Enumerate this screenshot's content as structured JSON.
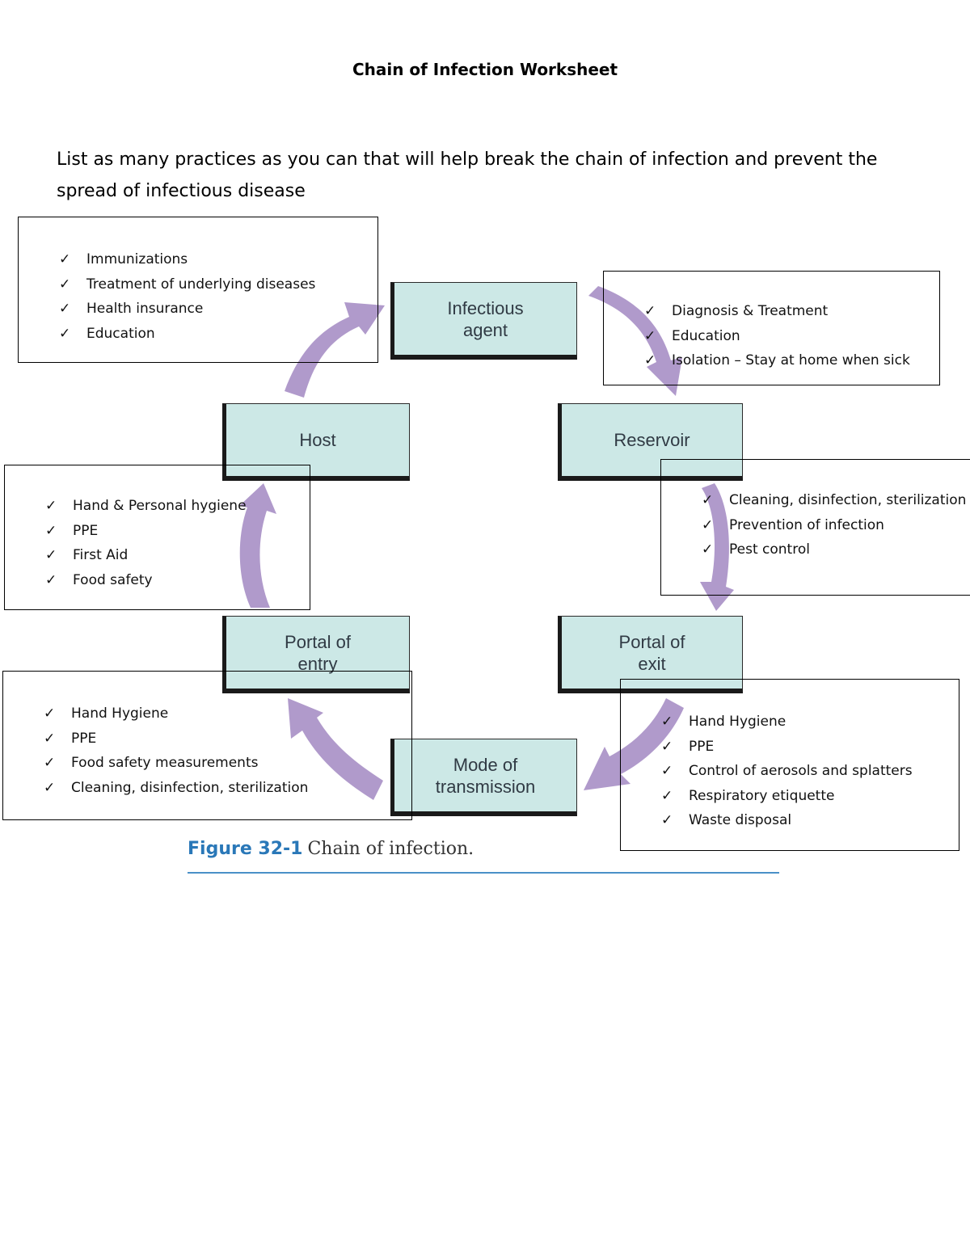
{
  "title": "Chain of Infection Worksheet",
  "instructions": "List as many practices as you can that will help break the chain of infection and prevent the spread of infectious disease",
  "colors": {
    "arrow": "#b09acb",
    "node_fill": "#cce8e6",
    "caption_blue": "#2a78b8"
  },
  "check_glyph": "✓",
  "nodes": {
    "infectious_agent": "Infectious agent",
    "reservoir": "Reservoir",
    "portal_of_exit": "Portal of exit",
    "mode_of_transmission": "Mode of transmission",
    "portal_of_entry": "Portal of entry",
    "host": "Host"
  },
  "boxes": {
    "infectious_agent_practices": [
      "Immunizations",
      "Treatment of underlying diseases",
      "Health insurance",
      "Education"
    ],
    "reservoir_practices": [
      "Diagnosis & Treatment",
      "Education",
      "Isolation – Stay at home when sick"
    ],
    "host_practices": [
      "Hand & Personal hygiene",
      "PPE",
      "First Aid",
      "Food safety"
    ],
    "portal_of_exit_practices": [
      "Cleaning, disinfection, sterilization",
      "Prevention of infection",
      "Pest control"
    ],
    "portal_of_entry_practices": [
      "Hand Hygiene",
      "PPE",
      "Food safety measurements",
      "Cleaning, disinfection, sterilization"
    ],
    "transmission_practices": [
      "Hand Hygiene",
      "PPE",
      "Control of aerosols and splatters",
      "Respiratory etiquette",
      "Waste disposal"
    ]
  },
  "caption": {
    "figure_label": "Figure 32-1",
    "text": "Chain of infection."
  }
}
